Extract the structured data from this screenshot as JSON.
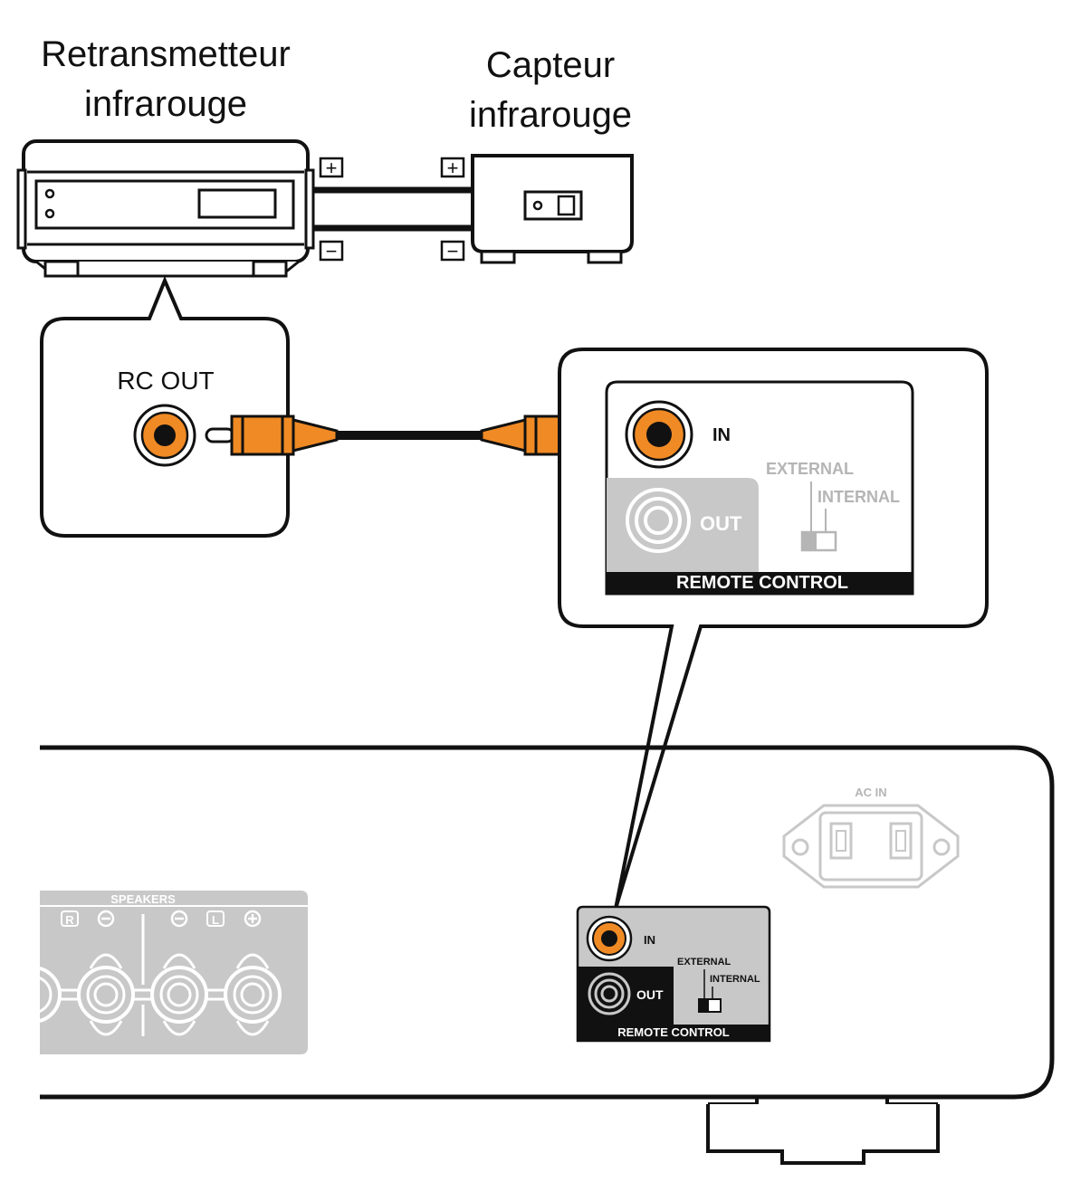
{
  "labels": {
    "repeater_title": [
      "Retransmetteur",
      "infrarouge"
    ],
    "sensor_title": [
      "Capteur",
      "infrarouge"
    ],
    "rc_out": "RC OUT",
    "polarity_plus": "+",
    "polarity_minus": "−"
  },
  "panel_zoom": {
    "in": "IN",
    "out": "OUT",
    "external": "EXTERNAL",
    "internal": "INTERNAL",
    "remote_control": "REMOTE CONTROL"
  },
  "rear_panel": {
    "ac_in": "AC IN",
    "speakers": "SPEAKERS",
    "speaker_r": "R",
    "speaker_l": "L",
    "panel": {
      "in": "IN",
      "out": "OUT",
      "external": "EXTERNAL",
      "internal": "INTERNAL",
      "remote_control": "REMOTE CONTROL"
    }
  },
  "colors": {
    "accent_orange": "#f08a24",
    "line": "#111111",
    "gray_panel": "#c8c8c8",
    "gray_text": "#b5b5b5"
  }
}
